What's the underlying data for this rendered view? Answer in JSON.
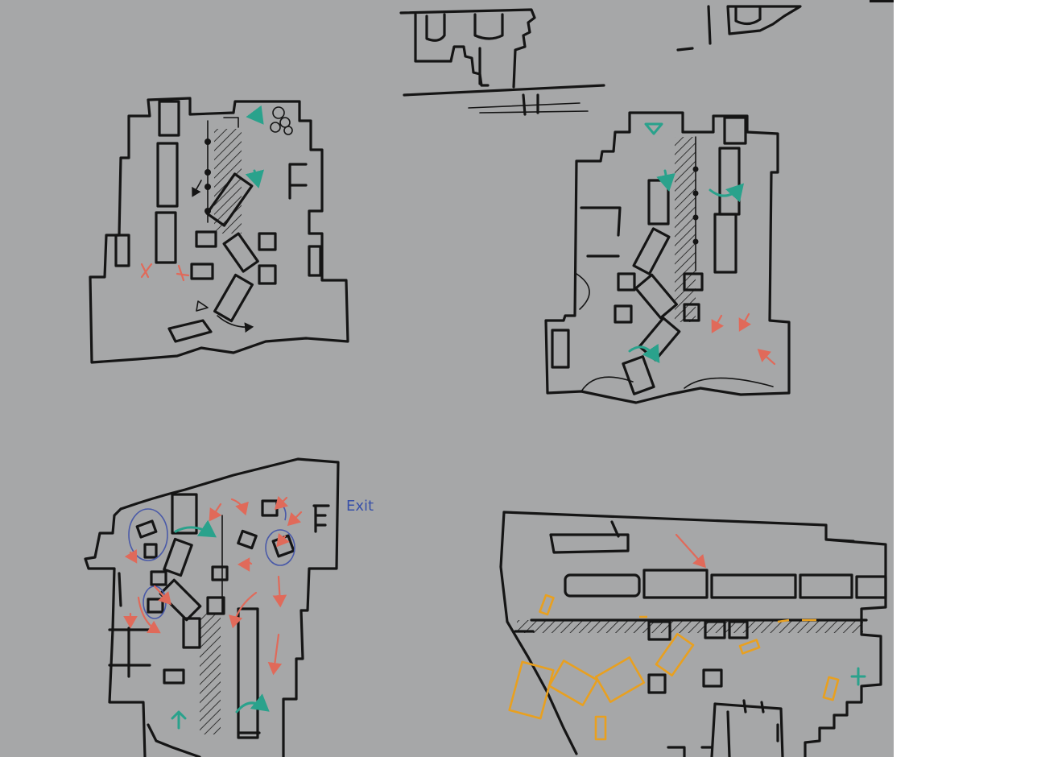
{
  "whiteboard": {
    "background_color": "#a6a7a8",
    "right_margin_color": "#ffffff",
    "ink_color": "#151515",
    "marker_colors": {
      "red": "#e06a5a",
      "teal": "#2aa28c",
      "blue": "#4a5aa8",
      "orange": "#e8a020"
    }
  },
  "labels": {
    "exit": "Exit"
  },
  "sketches": [
    {
      "id": "top-fragment",
      "icon": "floor-plan-sketch"
    },
    {
      "id": "map-top-left",
      "icon": "floor-plan-sketch"
    },
    {
      "id": "map-top-right",
      "icon": "floor-plan-sketch"
    },
    {
      "id": "map-bottom-left",
      "icon": "floor-plan-sketch"
    },
    {
      "id": "map-bottom-right",
      "icon": "floor-plan-sketch"
    }
  ]
}
